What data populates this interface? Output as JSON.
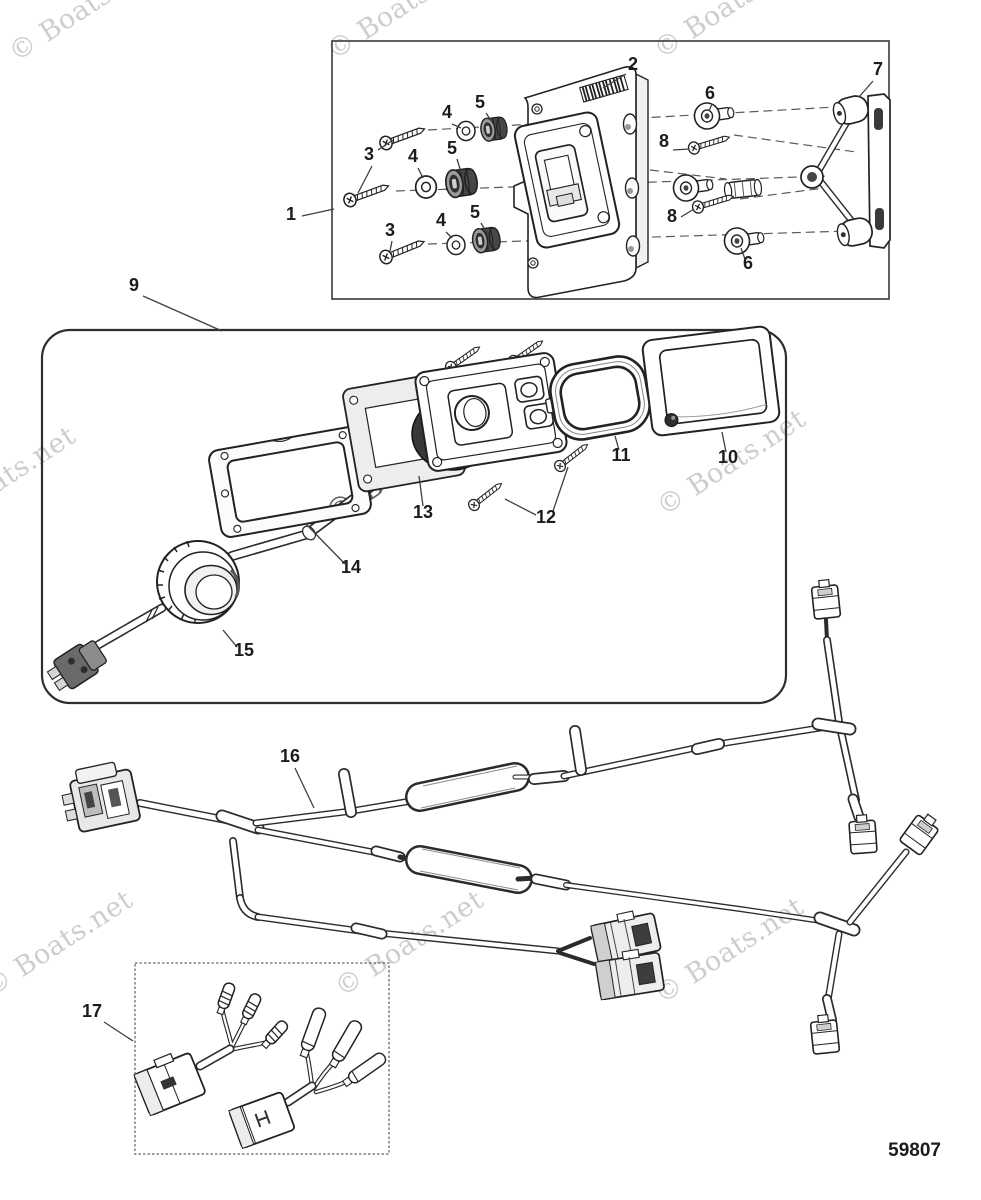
{
  "page": {
    "background": "#ffffff",
    "line_color": "#2b2b2b",
    "diagram_number": "59807"
  },
  "watermark": {
    "text": "© Boats.net",
    "light_color": "#cdcdcd",
    "dark_color": "#5e5e5e"
  },
  "callouts": [
    {
      "label": "1"
    },
    {
      "label": "2"
    },
    {
      "label": "3"
    },
    {
      "label": "3"
    },
    {
      "label": "4"
    },
    {
      "label": "4"
    },
    {
      "label": "4"
    },
    {
      "label": "5"
    },
    {
      "label": "5"
    },
    {
      "label": "5"
    },
    {
      "label": "6"
    },
    {
      "label": "6"
    },
    {
      "label": "7"
    },
    {
      "label": "8"
    },
    {
      "label": "8"
    },
    {
      "label": "9"
    },
    {
      "label": "10"
    },
    {
      "label": "11"
    },
    {
      "label": "12"
    },
    {
      "label": "13"
    },
    {
      "label": "14"
    },
    {
      "label": "15"
    },
    {
      "label": "16"
    },
    {
      "label": "17"
    }
  ]
}
